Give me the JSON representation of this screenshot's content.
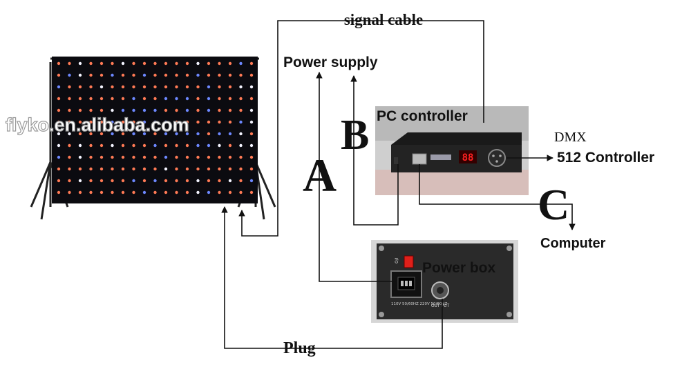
{
  "labels": {
    "signal_cable": "signal cable",
    "power_supply": "Power supply",
    "pc_controller": "PC controller",
    "dmx": "DMX",
    "dmx_512": "512 Controller",
    "computer": "Computer",
    "power_box": "Power box",
    "plug": "Plug",
    "letter_a": "A",
    "letter_b": "B",
    "letter_c": "C",
    "watermark": "flyko.en.alibaba.com"
  },
  "devices": {
    "controller_display": "88",
    "power_box_switch": "O/I",
    "power_box_rating": "110V 50/60HZ 220V 50/60HZ",
    "power_box_output": "OUT PUT"
  },
  "colors": {
    "curtain_bg": "#0b0b10",
    "led_warm": "#ff7a55",
    "led_cool": "#6d88ff",
    "led_white": "#f4f4ff",
    "controller_body": "#1a1a1a",
    "power_box_body": "#2a2a2a",
    "display_red": "#ff2020",
    "switch_red": "#e0201a"
  }
}
